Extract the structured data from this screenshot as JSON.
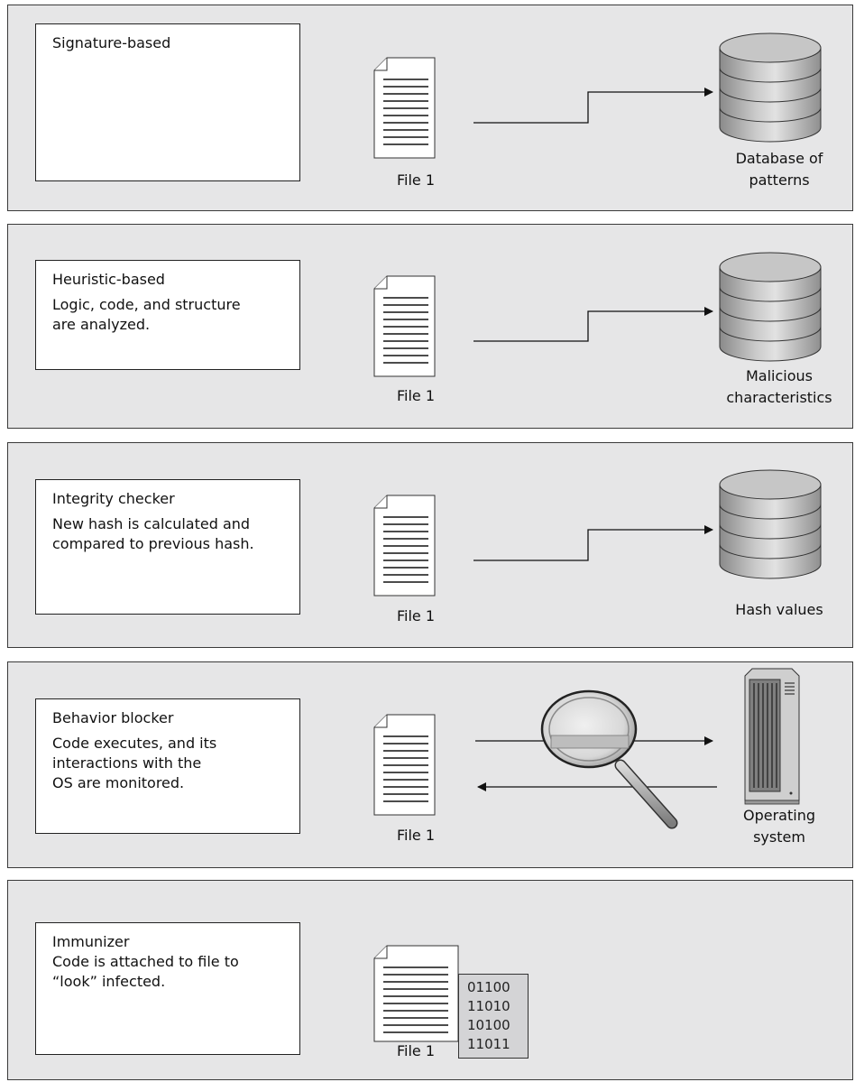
{
  "panels": [
    {
      "title": "Signature-based",
      "description": "",
      "file_label": "File 1",
      "target_label_lines": [
        "Database of",
        "patterns"
      ]
    },
    {
      "title": "Heuristic-based",
      "description_lines": [
        "Logic, code, and structure",
        "are analyzed."
      ],
      "file_label": "File 1",
      "target_label_lines": [
        "Malicious",
        "characteristics"
      ]
    },
    {
      "title": "Integrity checker",
      "description_lines": [
        "New hash is calculated and",
        "compared to previous hash."
      ],
      "file_label": "File 1",
      "target_label_lines": [
        "Hash values"
      ]
    },
    {
      "title": "Behavior blocker",
      "description_lines": [
        "Code executes, and its",
        "interactions with the",
        "OS are monitored."
      ],
      "file_label": "File 1",
      "target_label_lines": [
        "Operating",
        "system"
      ]
    },
    {
      "title": "Immunizer",
      "description_lines": [
        "Code is attached to file to",
        "“look” infected."
      ],
      "file_label": "File 1",
      "binary_lines": [
        "01100",
        "11010",
        "10100",
        "11011"
      ]
    }
  ],
  "colors": {
    "panel_bg": "#e6e6e7",
    "database_light": "#e2e2e2",
    "database_mid": "#bdbdbd",
    "database_dark": "#8a8a8a"
  },
  "icons": [
    "document-icon",
    "database-icon",
    "magnifier-icon",
    "server-icon",
    "arrow-icon"
  ]
}
